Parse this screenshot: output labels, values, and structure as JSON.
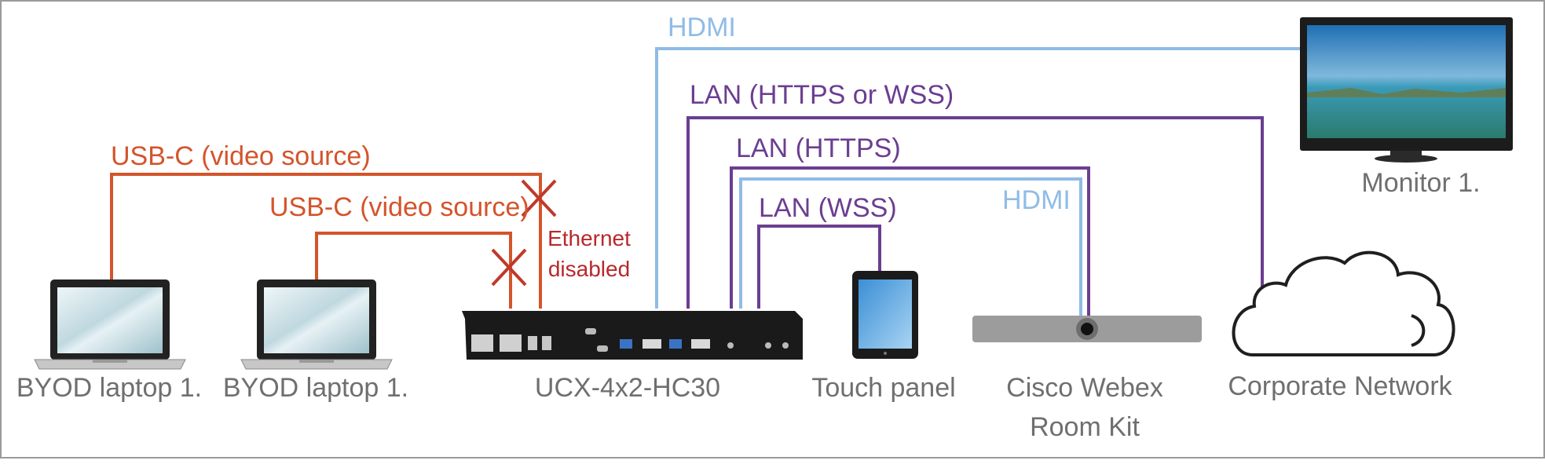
{
  "diagram": {
    "connections": {
      "hdmi_top": "HDMI",
      "lan_https_or_wss": "LAN (HTTPS or WSS)",
      "lan_https": "LAN (HTTPS)",
      "lan_wss": "LAN (WSS)",
      "hdmi_codec": "HDMI",
      "usbc_1": "USB-C (video source)",
      "usbc_2": "USB-C (video source)"
    },
    "note": {
      "line1": "Ethernet",
      "line2": "disabled"
    },
    "devices": {
      "laptop_1": "BYOD laptop 1.",
      "laptop_2": "BYOD laptop 1.",
      "switcher": "UCX-4x2-HC30",
      "touch_panel": "Touch panel",
      "codec_line1": "Cisco Webex",
      "codec_line2": "Room Kit",
      "network": "Corporate Network",
      "monitor": "Monitor 1."
    },
    "colors": {
      "usbc": "#d4542b",
      "lan": "#6b3e91",
      "hdmi": "#8fbce6",
      "blocked": "#c0392b",
      "note": "#b8282c",
      "label": "#6f6f6f"
    }
  }
}
